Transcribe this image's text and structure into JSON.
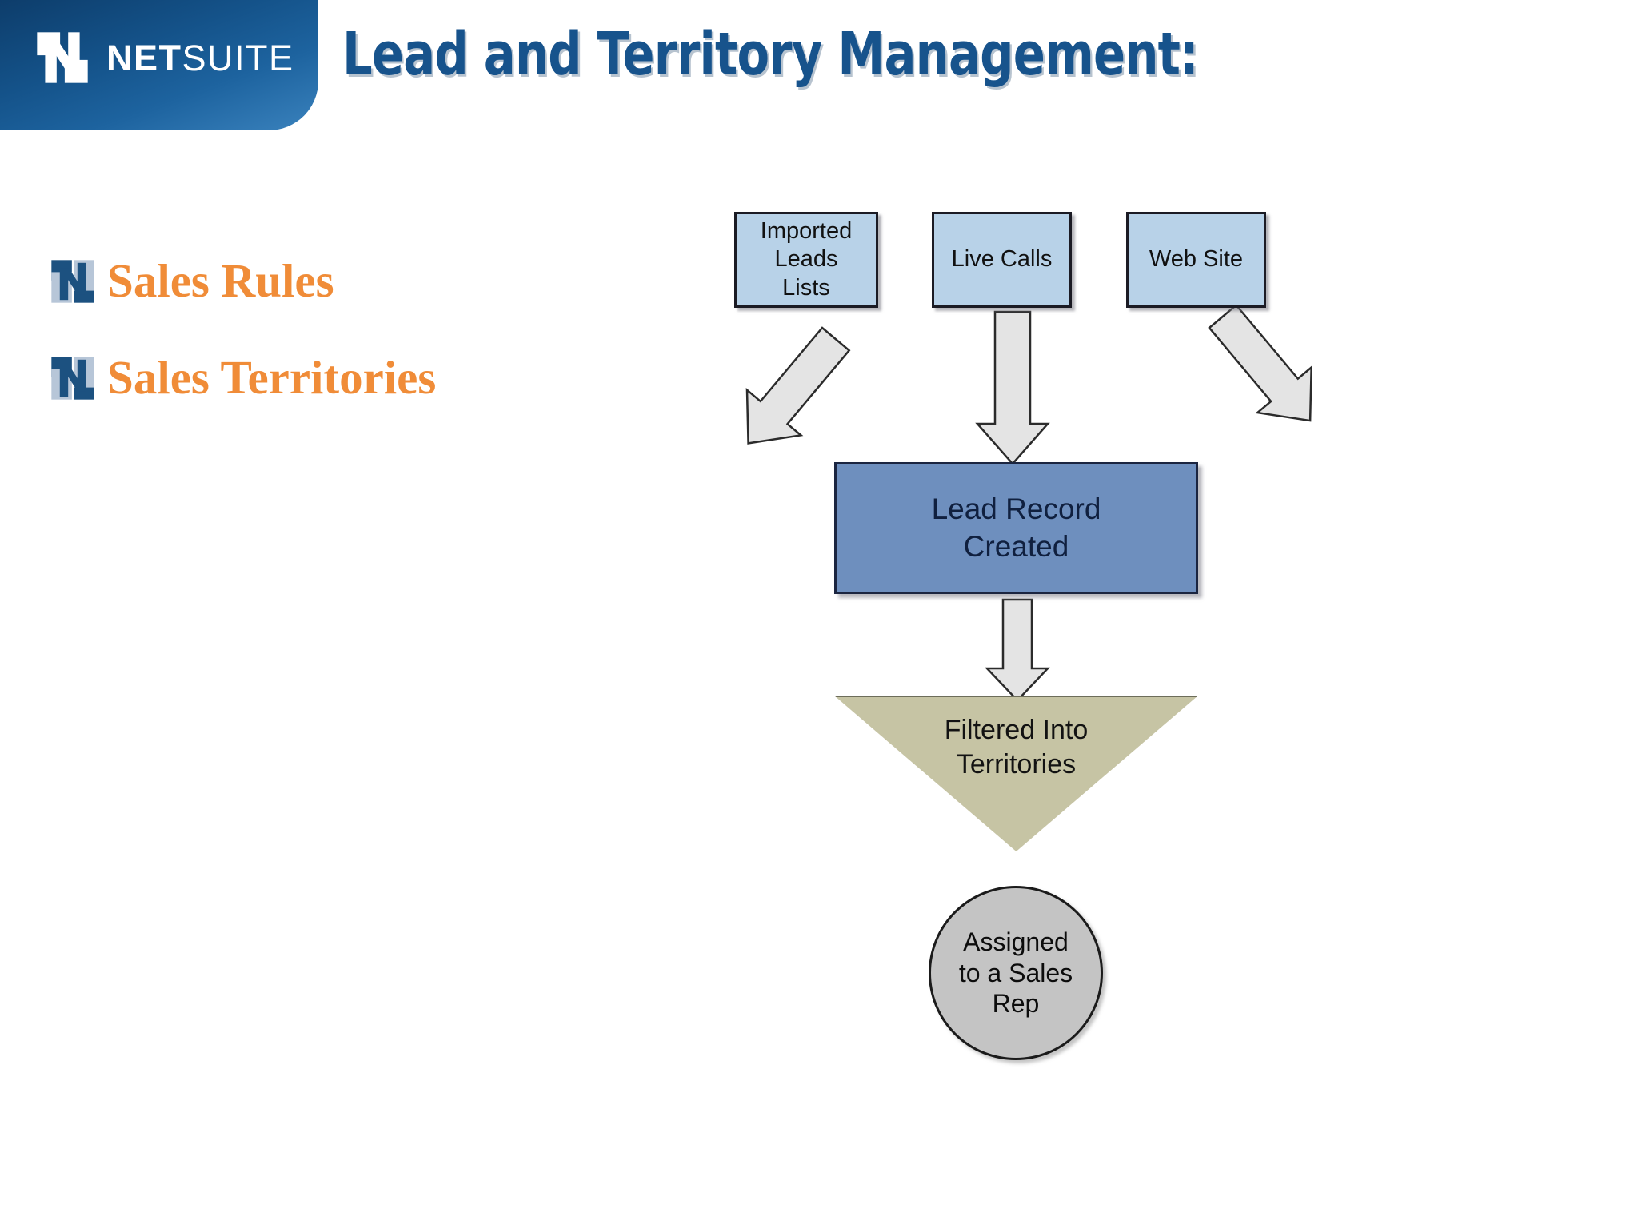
{
  "slide": {
    "title": "Lead and Territory Management:",
    "brand_blue": "#17538c",
    "accent_orange": "#f08c38",
    "header_gradient_start": "#0d3d6b",
    "header_gradient_end": "#3a82bd"
  },
  "logo": {
    "mark_name": "netsuite-n-mark",
    "word_first": "NET",
    "word_second": "SUITE"
  },
  "bullets": [
    {
      "label": "Sales Rules",
      "icon": "netsuite-n-bullet-icon"
    },
    {
      "label": "Sales Territories",
      "icon": "netsuite-n-bullet-icon"
    }
  ],
  "diagram": {
    "type": "flowchart",
    "sources": [
      {
        "id": "imported-leads-lists",
        "label": "Imported\nLeads\nLists",
        "fill": "#b8d2e8"
      },
      {
        "id": "live-calls",
        "label": "Live Calls",
        "fill": "#b8d2e8"
      },
      {
        "id": "web-site",
        "label": "Web Site",
        "fill": "#b8d2e8"
      }
    ],
    "process": {
      "id": "lead-record-created",
      "label": "Lead Record\nCreated",
      "fill": "#6e8fbe"
    },
    "filter": {
      "id": "filtered-into-territories",
      "label": "Filtered Into\nTerritories",
      "fill": "#c6c4a4"
    },
    "result": {
      "id": "assigned-to-a-sales-rep",
      "label": "Assigned\nto a Sales\nRep",
      "fill": "#c4c4c4"
    },
    "connectors": [
      {
        "from": "imported-leads-lists",
        "to": "lead-record-created",
        "direction": "down-right-diagonal"
      },
      {
        "from": "live-calls",
        "to": "lead-record-created",
        "direction": "down"
      },
      {
        "from": "web-site",
        "to": "lead-record-created",
        "direction": "down-left-diagonal"
      },
      {
        "from": "lead-record-created",
        "to": "filtered-into-territories",
        "direction": "down"
      }
    ]
  }
}
